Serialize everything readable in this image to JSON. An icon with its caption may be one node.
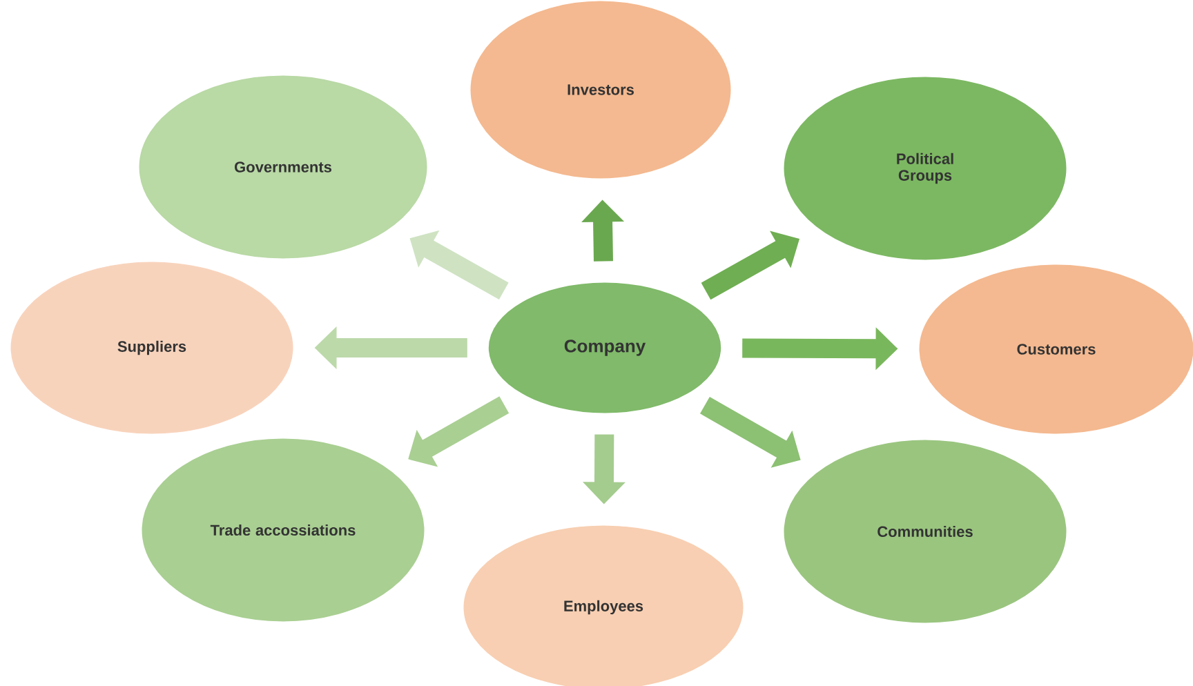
{
  "diagram": {
    "nodes": [
      {
        "text": [
          "Company"
        ]
      },
      {
        "text": [
          "Investors"
        ]
      },
      {
        "text": [
          "Political Groups"
        ]
      },
      {
        "text": [
          "Customers"
        ]
      },
      {
        "text": [
          "Communities"
        ]
      },
      {
        "text": [
          "Employees"
        ]
      },
      {
        "text": [
          "Trade accossiations"
        ]
      },
      {
        "text": [
          "Suppliers"
        ]
      },
      {
        "text": [
          "Governments"
        ]
      }
    ],
    "edges": [
      {
        "from": 0,
        "to": 1,
        "arrow": "to",
        "color": "#6aa84f"
      },
      {
        "from": 0,
        "to": 2,
        "arrow": "to",
        "color": "#6fae52"
      },
      {
        "from": 0,
        "to": 3,
        "arrow": "to",
        "color": "#79b75c"
      },
      {
        "from": 0,
        "to": 4,
        "arrow": "to",
        "color": "#8cc073"
      },
      {
        "from": 0,
        "to": 5,
        "arrow": "to",
        "color": "#a4cc8e"
      },
      {
        "from": 0,
        "to": 6,
        "arrow": "to",
        "color": "#a9cf92"
      },
      {
        "from": 0,
        "to": 7,
        "arrow": "to",
        "color": "#bcd9aa"
      },
      {
        "from": 0,
        "to": 8,
        "arrow": "to",
        "color": "#cfe3c3"
      }
    ]
  }
}
